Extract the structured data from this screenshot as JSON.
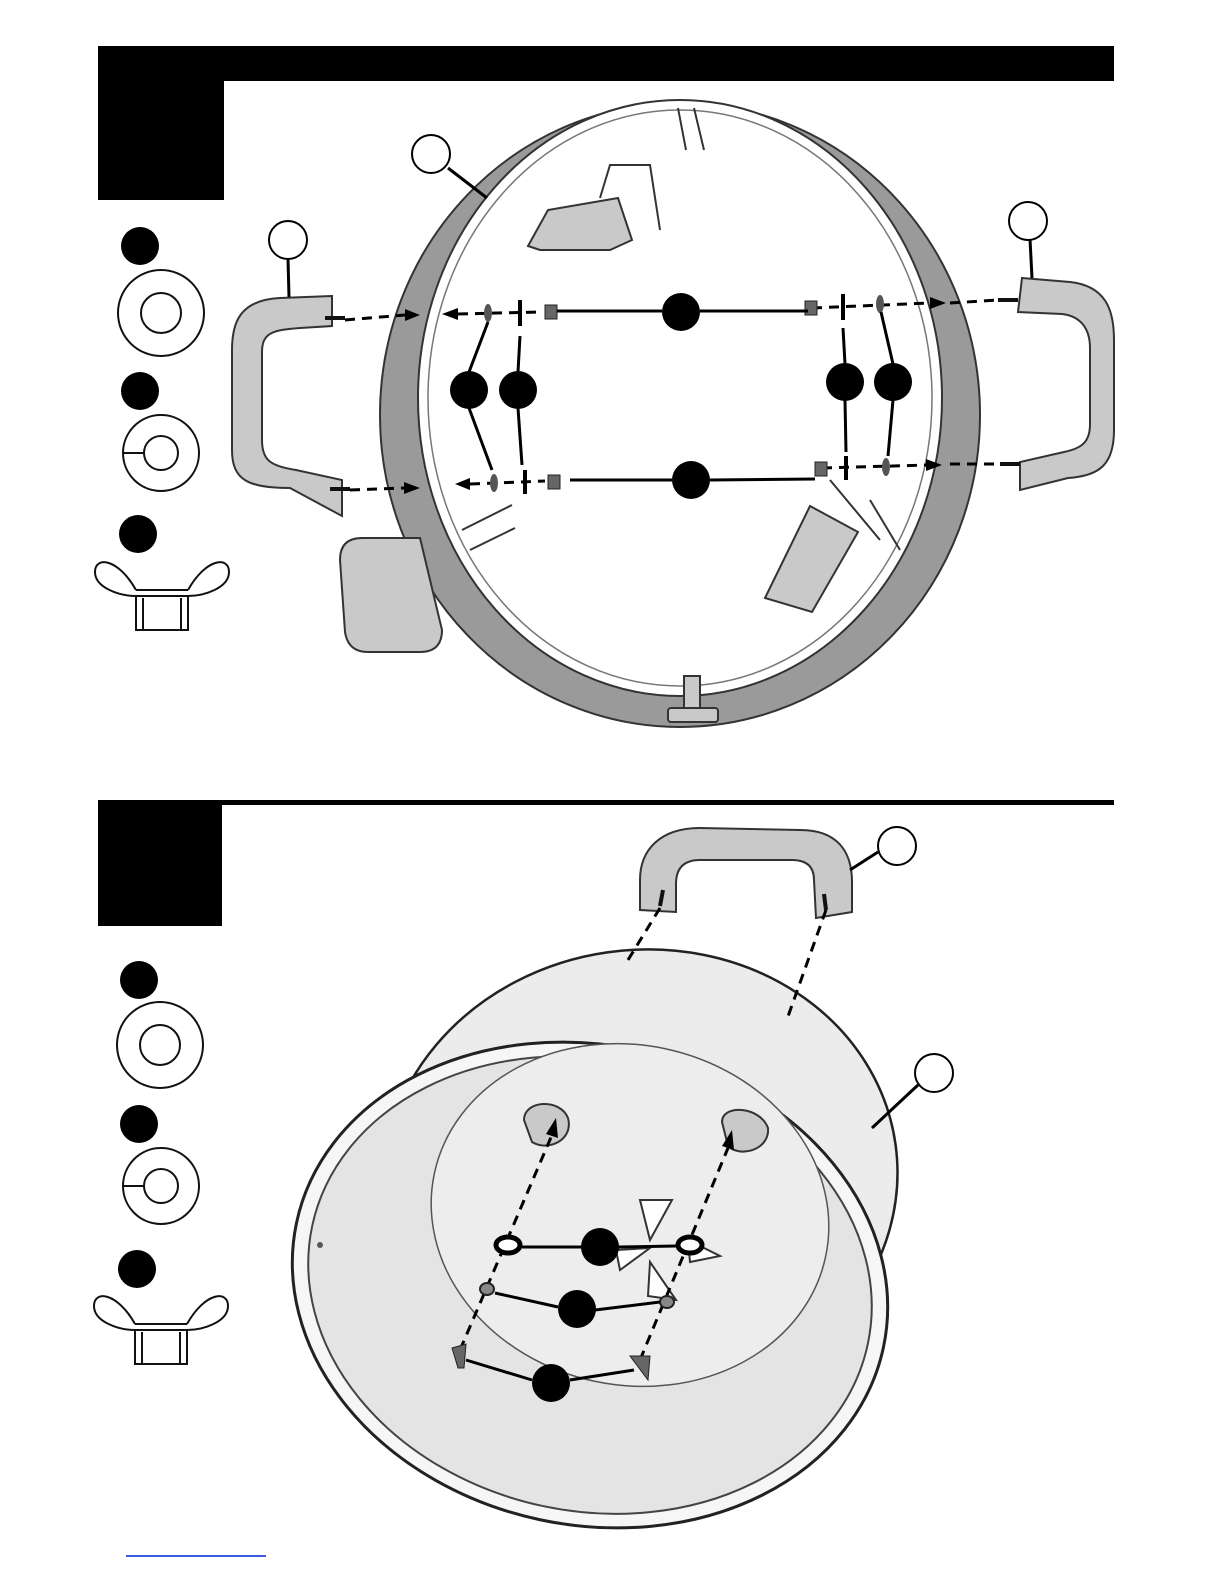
{
  "page": {
    "step_a": {
      "header_bar": "",
      "hardware_legend": [
        {
          "name": "flat-washer",
          "icon": "flat-washer-icon"
        },
        {
          "name": "lock-washer",
          "icon": "lock-washer-icon"
        },
        {
          "name": "wing-nut",
          "icon": "wing-nut-icon"
        }
      ],
      "parts": [
        "firebox-ring",
        "left-handle",
        "right-handle"
      ],
      "callouts_blank": 3,
      "callouts_filled": 6
    },
    "step_b": {
      "hardware_legend": [
        {
          "name": "flat-washer",
          "icon": "flat-washer-icon"
        },
        {
          "name": "lock-washer",
          "icon": "lock-washer-icon"
        },
        {
          "name": "wing-nut",
          "icon": "wing-nut-icon"
        }
      ],
      "parts": [
        "lid-handle",
        "lid-bowl"
      ],
      "callouts_blank": 2,
      "callouts_filled": 3
    },
    "colors": {
      "ink": "#000000",
      "metal": "#9a9a9a",
      "bowl": "#ececec",
      "link": "#3b5bdb"
    }
  }
}
